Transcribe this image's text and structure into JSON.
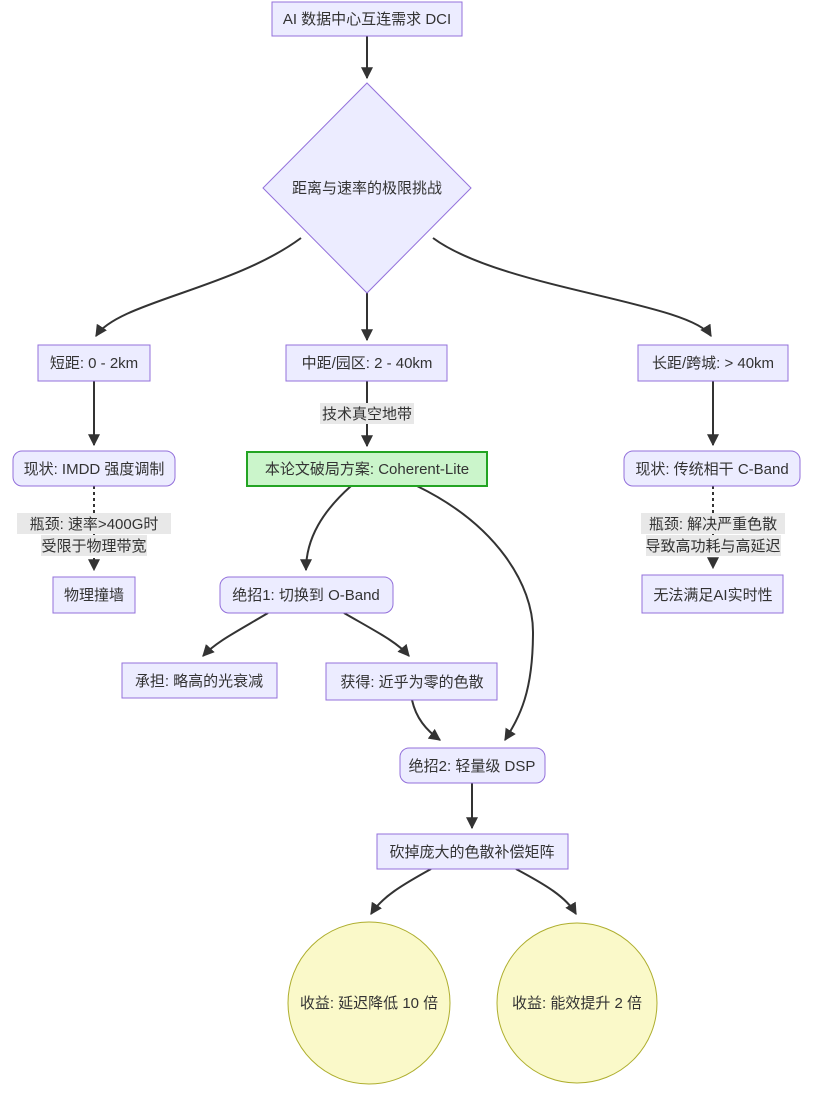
{
  "diagram": {
    "type": "flowchart",
    "nodes": {
      "dci": {
        "label": "AI 数据中心互连需求 DCI",
        "shape": "rect"
      },
      "challenge": {
        "label": "距离与速率的极限挑战",
        "shape": "diamond"
      },
      "short": {
        "label": "短距: 0 - 2km",
        "shape": "rect"
      },
      "mid": {
        "label": "中距/园区: 2 - 40km",
        "shape": "rect"
      },
      "long": {
        "label": "长距/跨城: > 40km",
        "shape": "rect"
      },
      "imdd": {
        "label": "现状: IMDD 强度调制",
        "shape": "rounded"
      },
      "solution": {
        "label": "本论文破局方案: Coherent-Lite",
        "shape": "rect-highlight"
      },
      "cband": {
        "label": "现状: 传统相干 C-Band",
        "shape": "rounded"
      },
      "wall": {
        "label": "物理撞墙",
        "shape": "rect"
      },
      "realtime": {
        "label": "无法满足AI实时性",
        "shape": "rect"
      },
      "trick1": {
        "label": "绝招1: 切换到 O-Band",
        "shape": "rounded"
      },
      "cost": {
        "label": "承担: 略高的光衰减",
        "shape": "rect"
      },
      "gain": {
        "label": "获得: 近乎为零的色散",
        "shape": "rect"
      },
      "trick2": {
        "label": "绝招2: 轻量级 DSP",
        "shape": "rounded"
      },
      "cut": {
        "label": "砍掉庞大的色散补偿矩阵",
        "shape": "rect"
      },
      "latency": {
        "label": "收益: 延迟降低 10 倍",
        "shape": "circle"
      },
      "energy": {
        "label": "收益: 能效提升 2 倍",
        "shape": "circle"
      }
    },
    "edge_labels": {
      "vacuum": "技术真空地带",
      "imdd_bottleneck_line1": "瓶颈: 速率>400G时",
      "imdd_bottleneck_line2": "受限于物理带宽",
      "cband_bottleneck_line1": "瓶颈: 解决严重色散",
      "cband_bottleneck_line2": "导致高功耗与高延迟"
    },
    "colors": {
      "node_fill": "#ECECFF",
      "node_border": "#9370DB",
      "highlight_fill": "#CBF5CB",
      "highlight_border": "#23A423",
      "benefit_fill": "#FAF9C9",
      "benefit_border": "#AEAE2E",
      "edge_stroke": "#333333",
      "edge_label_bg": "#E8E8E8",
      "text": "#333333",
      "background": "#FFFFFF"
    }
  }
}
